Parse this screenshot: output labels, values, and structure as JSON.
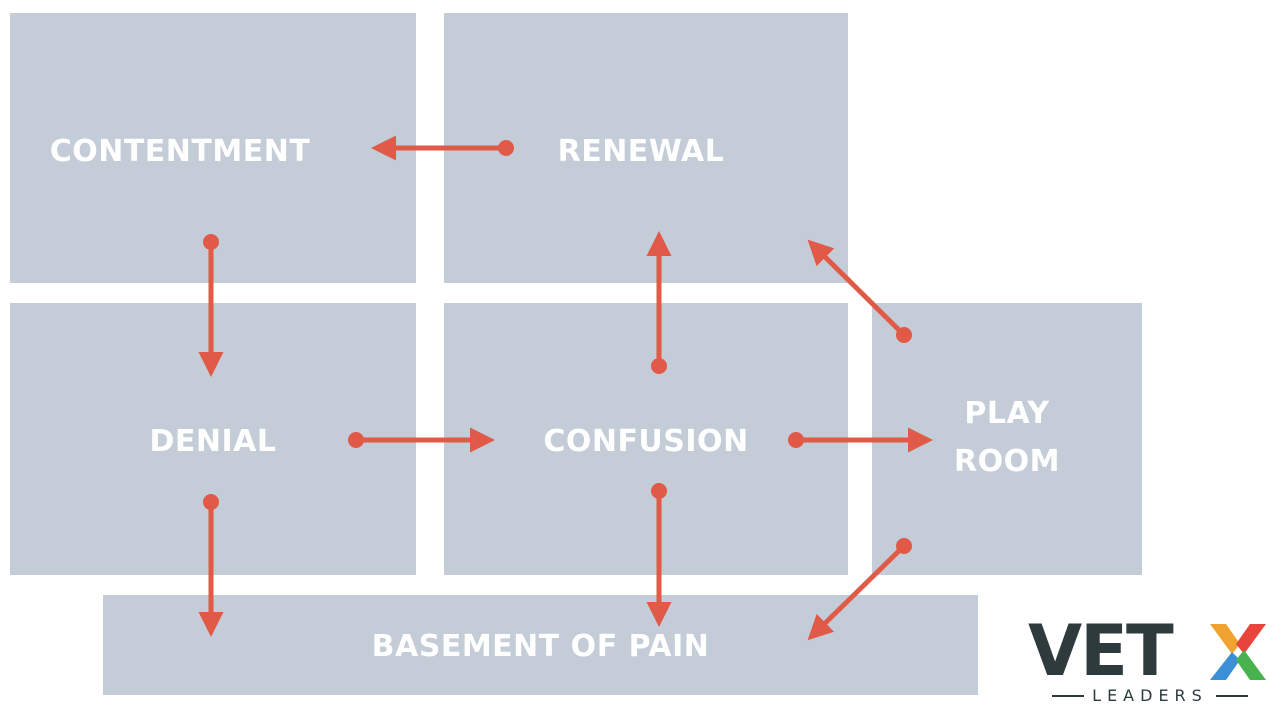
{
  "rooms": {
    "contentment": "CONTENTMENT",
    "renewal": "RENEWAL",
    "denial": "DENIAL",
    "confusion": "CONFUSION",
    "playroom_line1": "PLAY",
    "playroom_line2": "ROOM",
    "basement": "BASEMENT OF PAIN"
  },
  "transitions": [
    {
      "from": "RENEWAL",
      "to": "CONTENTMENT"
    },
    {
      "from": "CONTENTMENT",
      "to": "DENIAL"
    },
    {
      "from": "DENIAL",
      "to": "CONFUSION"
    },
    {
      "from": "DENIAL",
      "to": "BASEMENT OF PAIN"
    },
    {
      "from": "CONFUSION",
      "to": "RENEWAL"
    },
    {
      "from": "CONFUSION",
      "to": "PLAY ROOM"
    },
    {
      "from": "CONFUSION",
      "to": "BASEMENT OF PAIN"
    },
    {
      "from": "PLAY ROOM",
      "to": "RENEWAL"
    },
    {
      "from": "PLAY ROOM",
      "to": "BASEMENT OF PAIN"
    }
  ],
  "colors": {
    "room_fill": "#c3ccd7",
    "arrow": "#e05a47",
    "logo_text": "#2e3a3c",
    "logo_x_colors": [
      "#f0a32e",
      "#e9443b",
      "#3b8fd6",
      "#48b24f"
    ]
  },
  "logo": {
    "word": "VET",
    "x_mark": "x-icon",
    "subtitle": "LEADERS"
  }
}
